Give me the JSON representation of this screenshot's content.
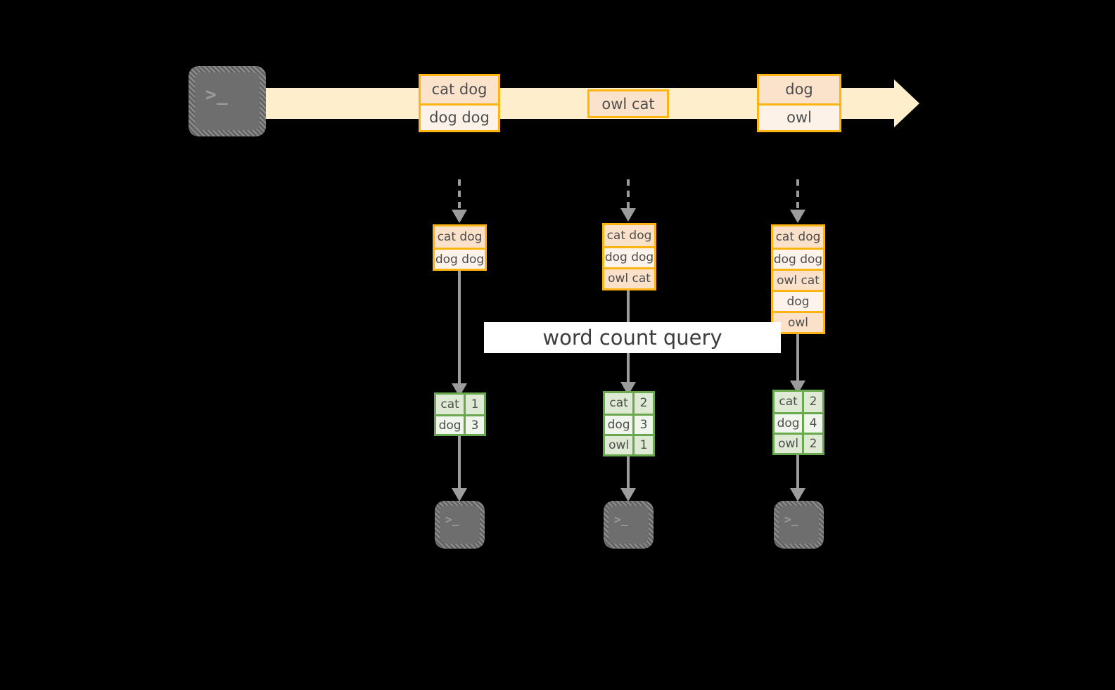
{
  "figure": {
    "title": "",
    "background_color": "#000000",
    "accent_orange": "#ffb511",
    "accent_green": "#6aa84f",
    "stream_color": "#ffeecb",
    "connector_color": "#9c9c9c"
  },
  "producer": {
    "icon": "terminal-icon",
    "glyph": ">_"
  },
  "stream": {
    "label": "",
    "messages": [
      {
        "id": "msg-1",
        "lines": [
          "cat dog",
          "dog dog"
        ]
      },
      {
        "id": "msg-2",
        "lines": [
          "owl cat"
        ]
      },
      {
        "id": "msg-3",
        "lines": [
          "dog",
          "owl"
        ]
      }
    ]
  },
  "query": {
    "label": "word count query"
  },
  "snapshots": [
    {
      "id": "snapshot-1",
      "input_rows": [
        "cat dog",
        "dog dog"
      ],
      "result": {
        "rows": [
          {
            "word": "cat",
            "count": "1"
          },
          {
            "word": "dog",
            "count": "3"
          }
        ]
      },
      "consumer": {
        "icon": "terminal-icon",
        "glyph": ">_"
      }
    },
    {
      "id": "snapshot-2",
      "input_rows": [
        "cat dog",
        "dog dog",
        "owl cat"
      ],
      "result": {
        "rows": [
          {
            "word": "cat",
            "count": "2"
          },
          {
            "word": "dog",
            "count": "3"
          },
          {
            "word": "owl",
            "count": "1"
          }
        ]
      },
      "consumer": {
        "icon": "terminal-icon",
        "glyph": ">_"
      }
    },
    {
      "id": "snapshot-3",
      "input_rows": [
        "cat dog",
        "dog dog",
        "owl cat",
        "dog",
        "owl"
      ],
      "result": {
        "rows": [
          {
            "word": "cat",
            "count": "2"
          },
          {
            "word": "dog",
            "count": "4"
          },
          {
            "word": "owl",
            "count": "2"
          }
        ]
      },
      "consumer": {
        "icon": "terminal-icon",
        "glyph": ">_"
      }
    }
  ]
}
